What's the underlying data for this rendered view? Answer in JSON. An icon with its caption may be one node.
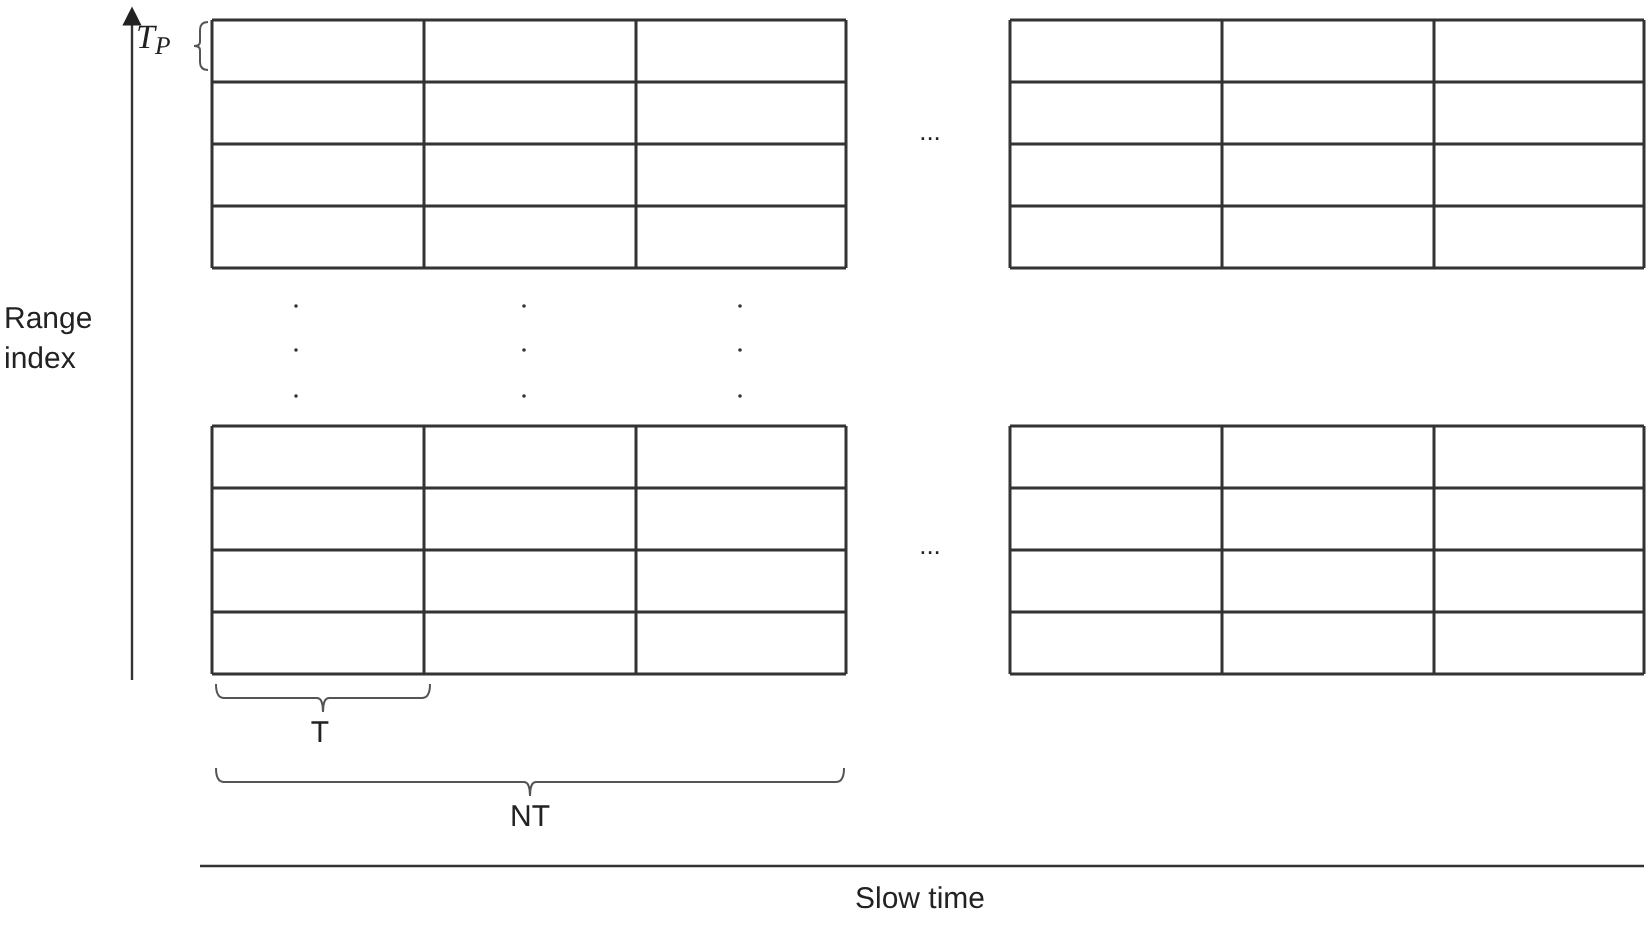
{
  "diagram": {
    "labels": [
      "T$_{P}$",
      "...",
      "Range index",
      "...",
      "T",
      "NT",
      "Slow time"
    ]
  }
}
